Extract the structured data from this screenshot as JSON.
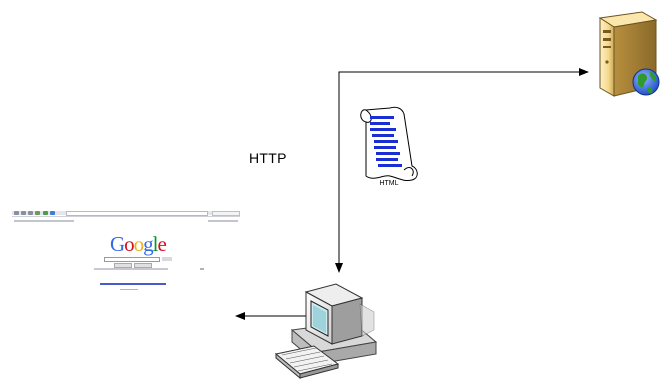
{
  "labels": {
    "protocol": "HTTP",
    "document": "HTML"
  },
  "browser_screenshot": {
    "logo_text": "Google",
    "logo_letter_colors": [
      "#3369e8",
      "#d50f25",
      "#eeb211",
      "#3369e8",
      "#009925",
      "#d50f25"
    ]
  },
  "icons": {
    "server": "web-server-icon",
    "document": "html-scroll-icon",
    "computer": "desktop-computer-icon",
    "browser": "browser-screenshot"
  }
}
